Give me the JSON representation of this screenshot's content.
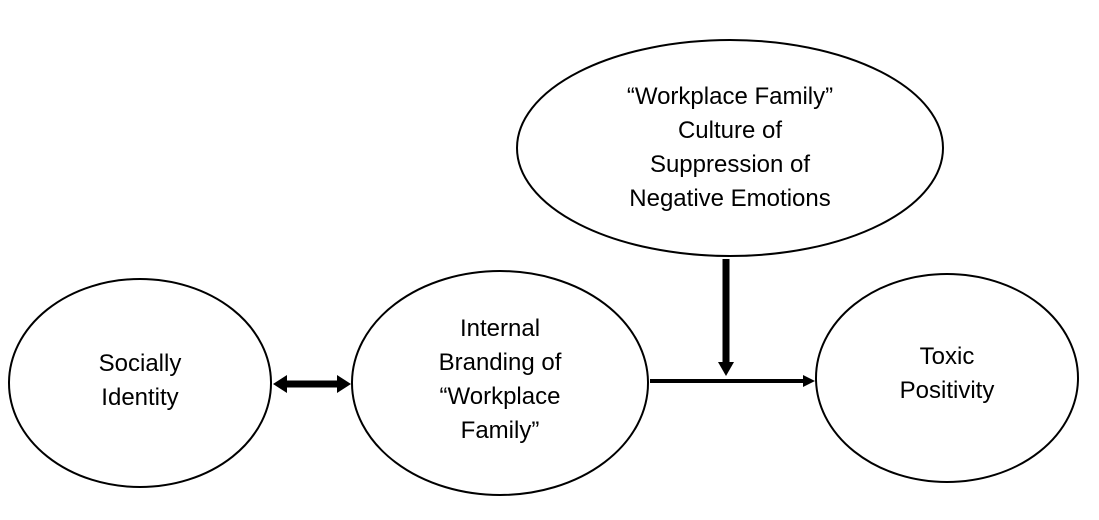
{
  "nodes": {
    "social_identity": {
      "lines": [
        "Socially",
        "Identity"
      ]
    },
    "internal_branding": {
      "lines": [
        "Internal",
        "Branding of",
        "“Workplace",
        "Family”"
      ]
    },
    "culture_suppression": {
      "lines": [
        "“Workplace Family”",
        "Culture of",
        "Suppression of",
        "Negative Emotions"
      ]
    },
    "toxic_positivity": {
      "lines": [
        "Toxic",
        "Positivity"
      ]
    }
  },
  "edges": [
    {
      "from": "social_identity",
      "to": "internal_branding",
      "direction": "bidirectional"
    },
    {
      "from": "internal_branding",
      "to": "toxic_positivity",
      "direction": "forward"
    },
    {
      "from": "culture_suppression",
      "to": "internal_branding→toxic_positivity",
      "direction": "moderates"
    }
  ],
  "colors": {
    "stroke": "#000000",
    "fill": "#ffffff",
    "text": "#000000"
  }
}
